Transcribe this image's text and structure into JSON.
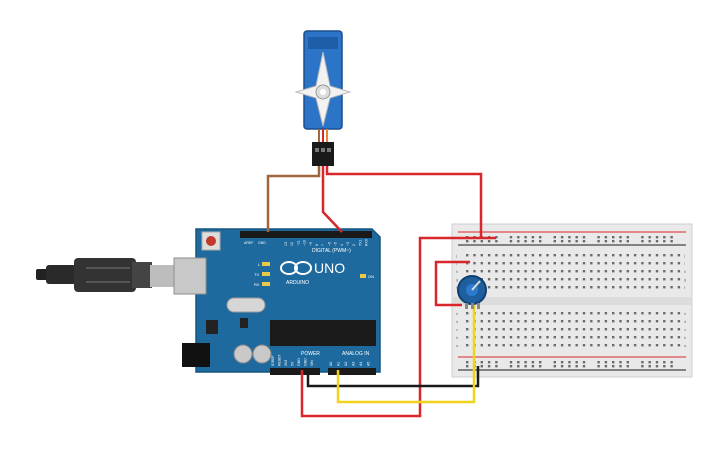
{
  "circuit": {
    "arduino": {
      "logo_text": "UNO",
      "brand_text": "ARDUINO",
      "digital_header_label": "DIGITAL (PWM~)",
      "power_label": "POWER",
      "analog_label": "ANALOG IN",
      "led_labels": [
        "L",
        "TX",
        "RX"
      ],
      "on_label": "ON",
      "aref_label": "AREF",
      "gnd_label": "GND",
      "digital_pins": [
        "13",
        "12",
        "~11",
        "~10",
        "~9",
        "8",
        "7",
        "~6",
        "~5",
        "4",
        "~3",
        "2",
        "TX1",
        "RX0"
      ],
      "power_pins": [
        "IOREF",
        "RESET",
        "3V3",
        "5V",
        "GND",
        "GND",
        "VIN"
      ],
      "analog_pins": [
        "A0",
        "A1",
        "A2",
        "A3",
        "A4",
        "A5"
      ]
    },
    "breadboard": {
      "row_letters_top": [
        "j",
        "i",
        "h",
        "g",
        "f"
      ],
      "row_letters_bottom": [
        "e",
        "d",
        "c",
        "b",
        "a"
      ]
    },
    "colors": {
      "board": "#1e6a9e",
      "breadboard": "#e9e9e9",
      "wire_red": "#d9262b",
      "wire_brown": "#a0673e",
      "wire_black": "#1a1a1a",
      "wire_yellow": "#f2d31b",
      "servo_blue": "#2b74c7",
      "pot_blue": "#1f5f9f"
    },
    "components": [
      "servo-motor",
      "arduino-uno",
      "usb-cable",
      "breadboard",
      "potentiometer"
    ]
  }
}
